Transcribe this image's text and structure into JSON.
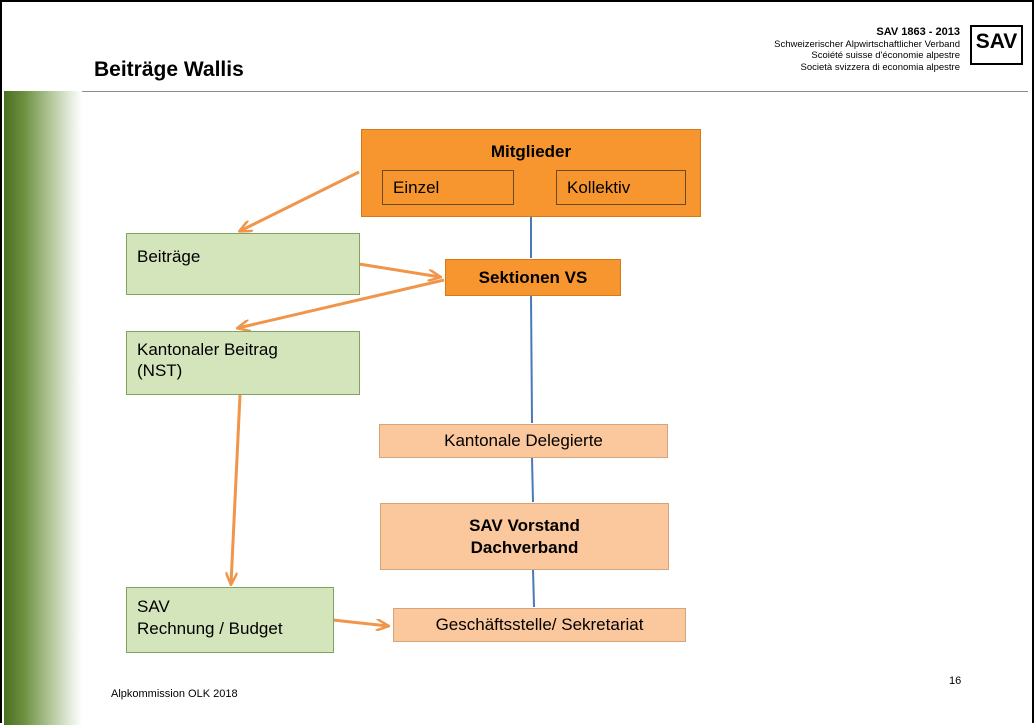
{
  "header": {
    "title": "Beiträge Wallis",
    "org_line1": "SAV 1863 - 2013",
    "org_line2": "Schweizerischer Alpwirtschaftlicher Verband",
    "org_line3": "Scoiété suisse d'économie alpestre",
    "org_line4": "Società svizzera di economia alpestre",
    "logo_text": "SAV"
  },
  "diagram": {
    "mitglieder": "Mitglieder",
    "einzel": "Einzel",
    "kollektiv": "Kollektiv",
    "beitraege": "Beiträge",
    "sektionen": "Sektionen VS",
    "kantonaler_beitrag_line1": "Kantonaler Beitrag",
    "kantonaler_beitrag_line2": "(NST)",
    "kantonale_delegierte": "Kantonale Delegierte",
    "vorstand_line1": "SAV Vorstand",
    "vorstand_line2": "Dachverband",
    "sav_rechnung_line1": "SAV",
    "sav_rechnung_line2": "Rechnung / Budget",
    "geschaeftsstelle": "Geschäftsstelle/ Sekretariat",
    "colors": {
      "orange": "#f7962f",
      "green": "#d4e4bb",
      "peach": "#fbc79d",
      "arrow": "#f0954a",
      "line": "#4a78b8"
    }
  },
  "footer": {
    "left": "Alpkommission OLK 2018",
    "page_number": "16"
  }
}
